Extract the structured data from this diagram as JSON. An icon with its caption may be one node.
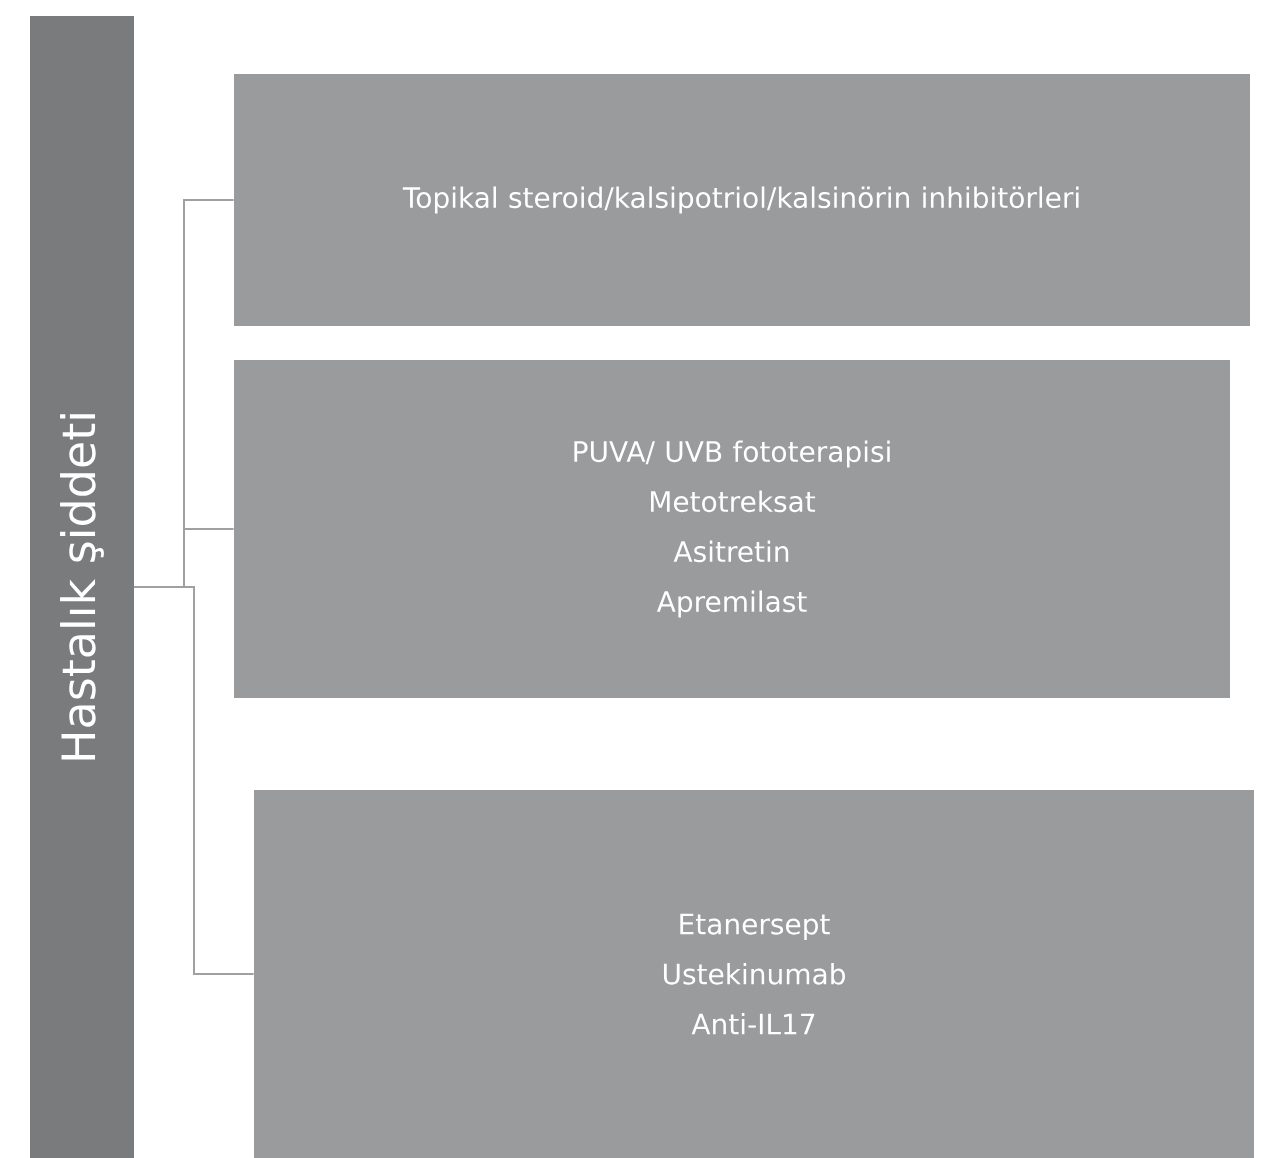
{
  "diagram": {
    "nodes": [
      {
        "text": [
          "Hastalık şiddeti"
        ]
      },
      {
        "text": [
          "Topikal steroid/kalsipotriol/kalsinörin inhibitörleri"
        ]
      },
      {
        "text": [
          "PUVA/ UVB fototerapisi",
          "Metotreksat",
          "Asitretin",
          "Apremilast"
        ]
      },
      {
        "text": [
          "Etanersept",
          "Ustekinumab",
          "Anti-IL17"
        ]
      }
    ],
    "edges": [
      {
        "from": 0,
        "to": 1,
        "arrow": "none"
      },
      {
        "from": 0,
        "to": 2,
        "arrow": "none"
      },
      {
        "from": 0,
        "to": 3,
        "arrow": "none"
      }
    ]
  }
}
